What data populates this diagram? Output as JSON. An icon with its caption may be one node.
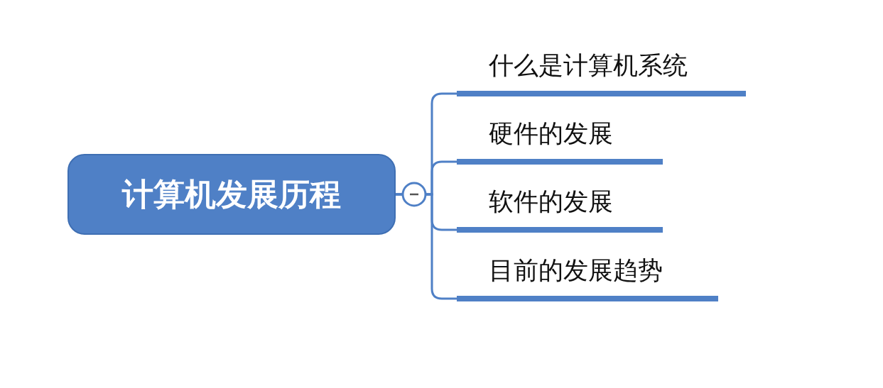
{
  "diagram": {
    "nodes": [
      {
        "text": [
          "计算机发展历程"
        ]
      },
      {
        "text": [
          "什么是计算机系统"
        ]
      },
      {
        "text": [
          "硬件的发展"
        ]
      },
      {
        "text": [
          "软件的发展"
        ]
      },
      {
        "text": [
          "目前的发展趋势"
        ]
      }
    ],
    "edges": [
      {
        "from": 0,
        "to": 1,
        "arrow": "none"
      },
      {
        "from": 0,
        "to": 2,
        "arrow": "none"
      },
      {
        "from": 0,
        "to": 3,
        "arrow": "none"
      },
      {
        "from": 0,
        "to": 4,
        "arrow": "none"
      }
    ]
  }
}
